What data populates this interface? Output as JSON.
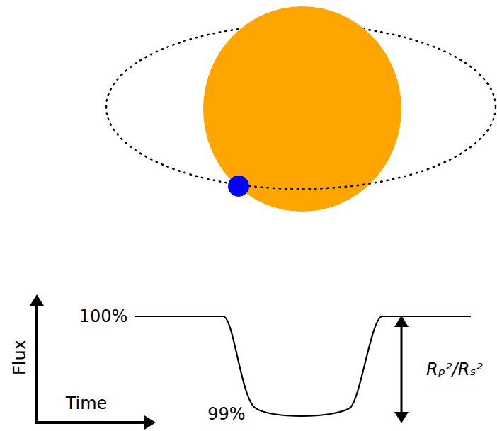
{
  "diagram": {
    "labels": [
      "100%",
      "99%",
      "Flux",
      "Time",
      "Rₚ²/Rₛ²"
    ]
  }
}
